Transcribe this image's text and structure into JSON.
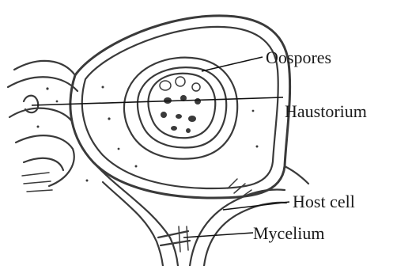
{
  "labels": {
    "oospores": "Oospores",
    "haustorium": "Haustorium",
    "host_cell": "Host cell",
    "mycelium": "Mycelium"
  }
}
